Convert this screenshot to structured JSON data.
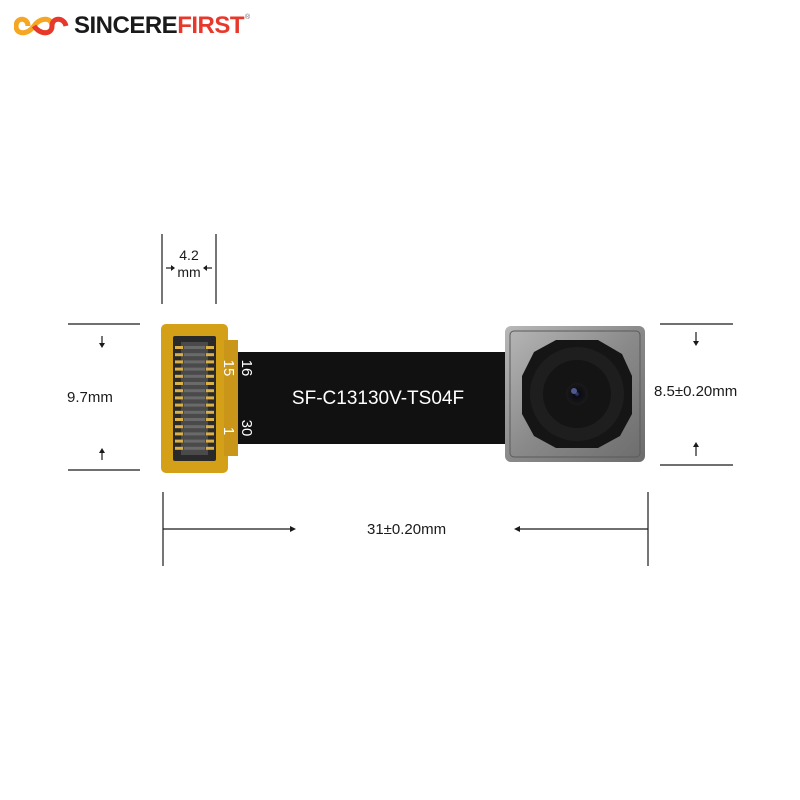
{
  "brand": {
    "name_part1": "SINCERE",
    "name_part2": "FIRST",
    "registered_mark": "®",
    "logo_colors": [
      "#f5a623",
      "#e8382c"
    ]
  },
  "module": {
    "model_label": "SF-C13130V-TS04F",
    "pin_label_16": "16",
    "pin_label_15": "15",
    "pin_label_30": "30",
    "pin_label_1": "1",
    "connector_color": "#d4a017",
    "flex_color": "#111111",
    "sensor_housing_color": "#8a8a8a"
  },
  "dimensions": {
    "connector_width_value": "4.2",
    "connector_width_unit": "mm",
    "connector_height": "9.7mm",
    "camera_height": "8.5±0.20mm",
    "total_length": "31±0.20mm"
  }
}
